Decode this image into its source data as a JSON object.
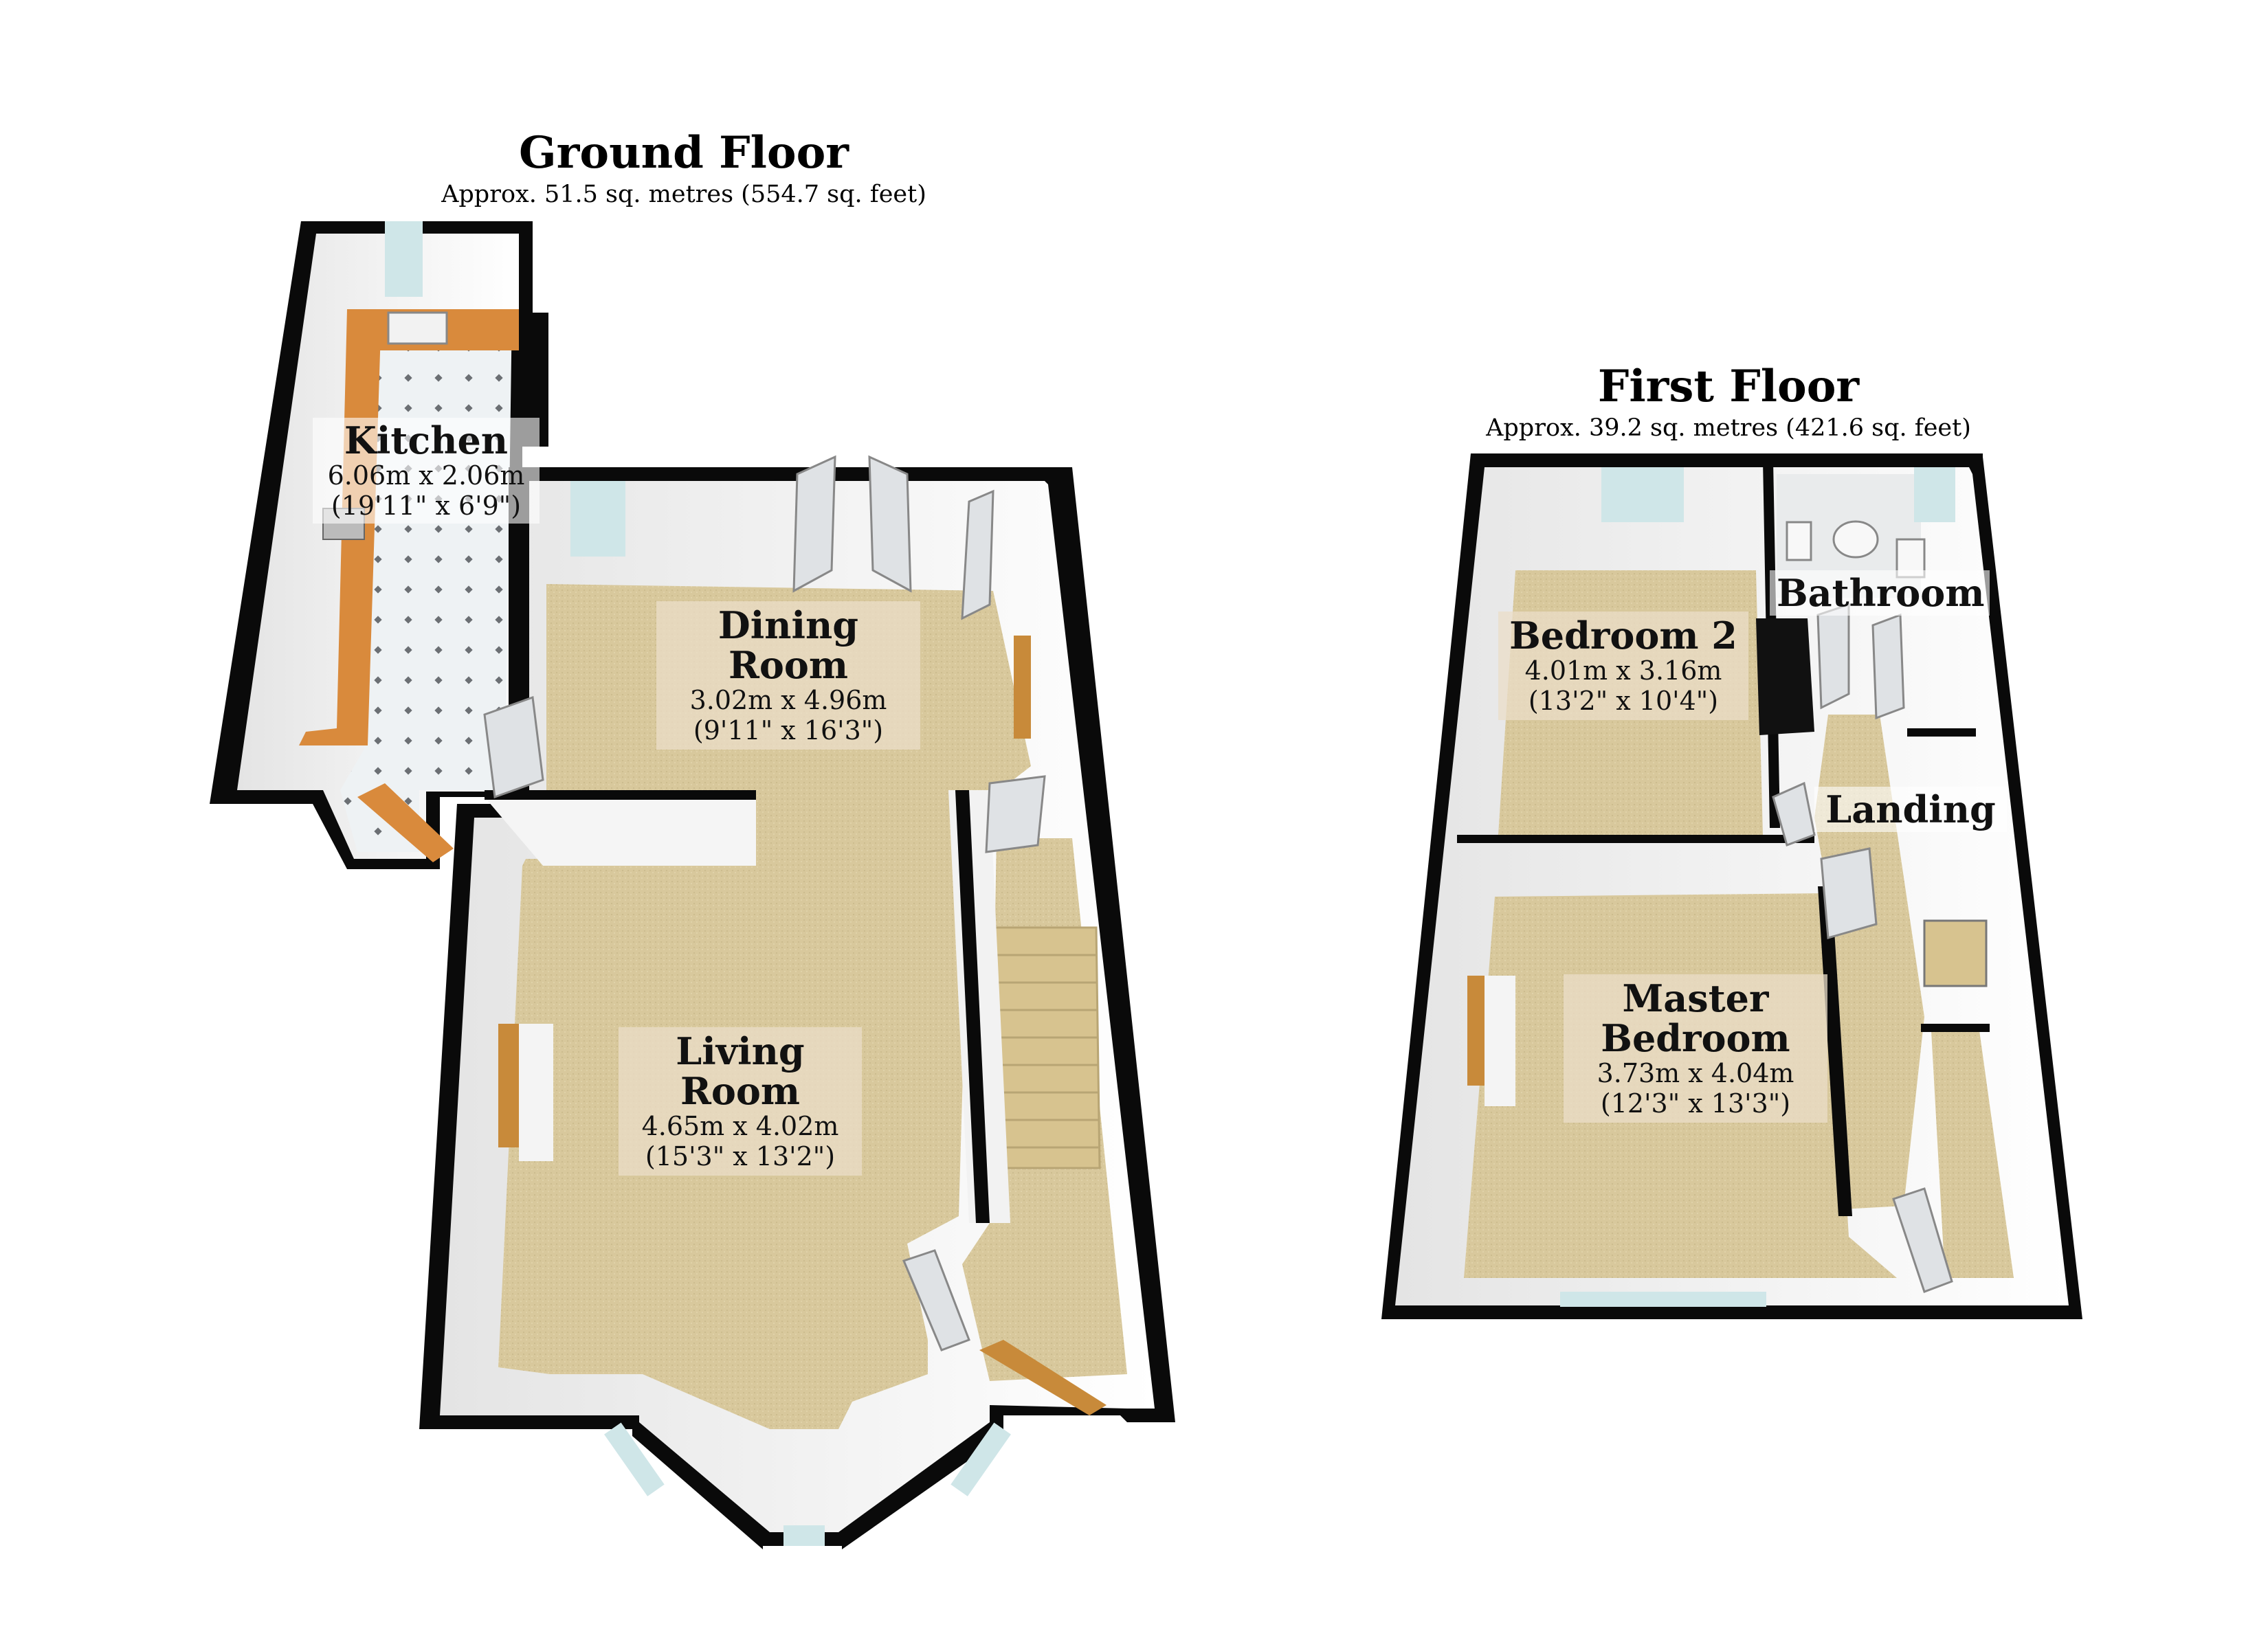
{
  "floors": [
    {
      "title": "Ground Floor",
      "area": "Approx. 51.5 sq. metres (554.7 sq. feet)",
      "rooms": [
        {
          "name_lines": [
            "Kitchen"
          ],
          "size": "6.06m x 2.06m",
          "size_imperial": "(19'11\" x 6'9\")"
        },
        {
          "name_lines": [
            "Dining",
            "Room"
          ],
          "size": "3.02m x 4.96m",
          "size_imperial": "(9'11\" x 16'3\")"
        },
        {
          "name_lines": [
            "Living",
            "Room"
          ],
          "size": "4.65m x 4.02m",
          "size_imperial": "(15'3\" x 13'2\")"
        }
      ]
    },
    {
      "title": "First Floor",
      "area": "Approx. 39.2 sq. metres (421.6 sq. feet)",
      "rooms": [
        {
          "name_lines": [
            "Bedroom 2"
          ],
          "size": "4.01m x 3.16m",
          "size_imperial": "(13'2\" x 10'4\")"
        },
        {
          "name_lines": [
            "Bathroom"
          ]
        },
        {
          "name_lines": [
            "Landing"
          ]
        },
        {
          "name_lines": [
            "Master",
            "Bedroom"
          ],
          "size": "3.73m x 4.04m",
          "size_imperial": "(12'3\" x 13'3\")"
        }
      ]
    }
  ],
  "colors": {
    "wall": "#0a0a0a",
    "carpet": "#d9c99a",
    "interior_wall": "#f7f7f7",
    "worktop": "#d98a3c",
    "kitchen_floor": "#e9eef0",
    "window": "#cfe6e8",
    "door": "#dfe2e5"
  }
}
